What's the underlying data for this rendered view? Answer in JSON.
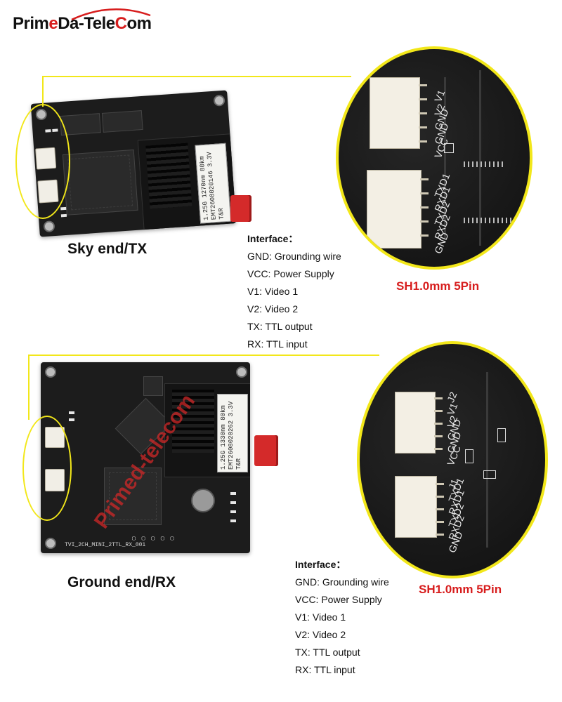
{
  "brand": {
    "logo_prefix": "Prim",
    "logo_accent": "e",
    "logo_mid": "Da-Tele",
    "logo_accent2": "C",
    "logo_suffix": "om"
  },
  "colors": {
    "accent_yellow": "#f2e71a",
    "brand_red": "#d71d1d",
    "pcb_black": "#1c1c1c"
  },
  "sky_end": {
    "caption": "Sky end/TX",
    "module_label": "1.25G 1270nm 80km EMT2608020146 3.3V T&R",
    "connector_note": "SH1.0mm 5Pin",
    "pins_top": [
      "V1",
      "V2",
      "GND",
      "GND",
      "VCC"
    ],
    "pins_bottom": [
      "TXD1",
      "RXD1",
      "TXD2",
      "RXD2",
      "GND"
    ],
    "interface": {
      "title": "Interface：",
      "items": [
        "GND: Grounding wire",
        "VCC: Power Supply",
        "V1: Video 1",
        "V2: Video 2",
        "TX: TTL output",
        "RX: TTL input"
      ]
    }
  },
  "ground_end": {
    "caption": "Ground end/RX",
    "module_label": "1.25G 1330nm 80km EMT2608020262 3.3V T&R",
    "watermark": "Primed-telecom",
    "board_silk": "TVI_2CH_MINI_2TTL_RX_001",
    "connector_note": "SH1.0mm 5Pin",
    "pins_top": [
      "J2",
      "V1",
      "V2",
      "GND",
      "GND",
      "VCC"
    ],
    "pins_bottom": [
      "J1",
      "TXD1",
      "RXD1",
      "TXD2",
      "RXD2",
      "GND"
    ],
    "interface": {
      "title": "Interface：",
      "items": [
        "GND: Grounding wire",
        "VCC: Power Supply",
        "V1: Video 1",
        "V2: Video 2",
        "TX: TTL output",
        "RX: TTL input"
      ]
    }
  },
  "icons": [
    "pcb-board-photo",
    "fiber-module",
    "connector-zoom"
  ]
}
